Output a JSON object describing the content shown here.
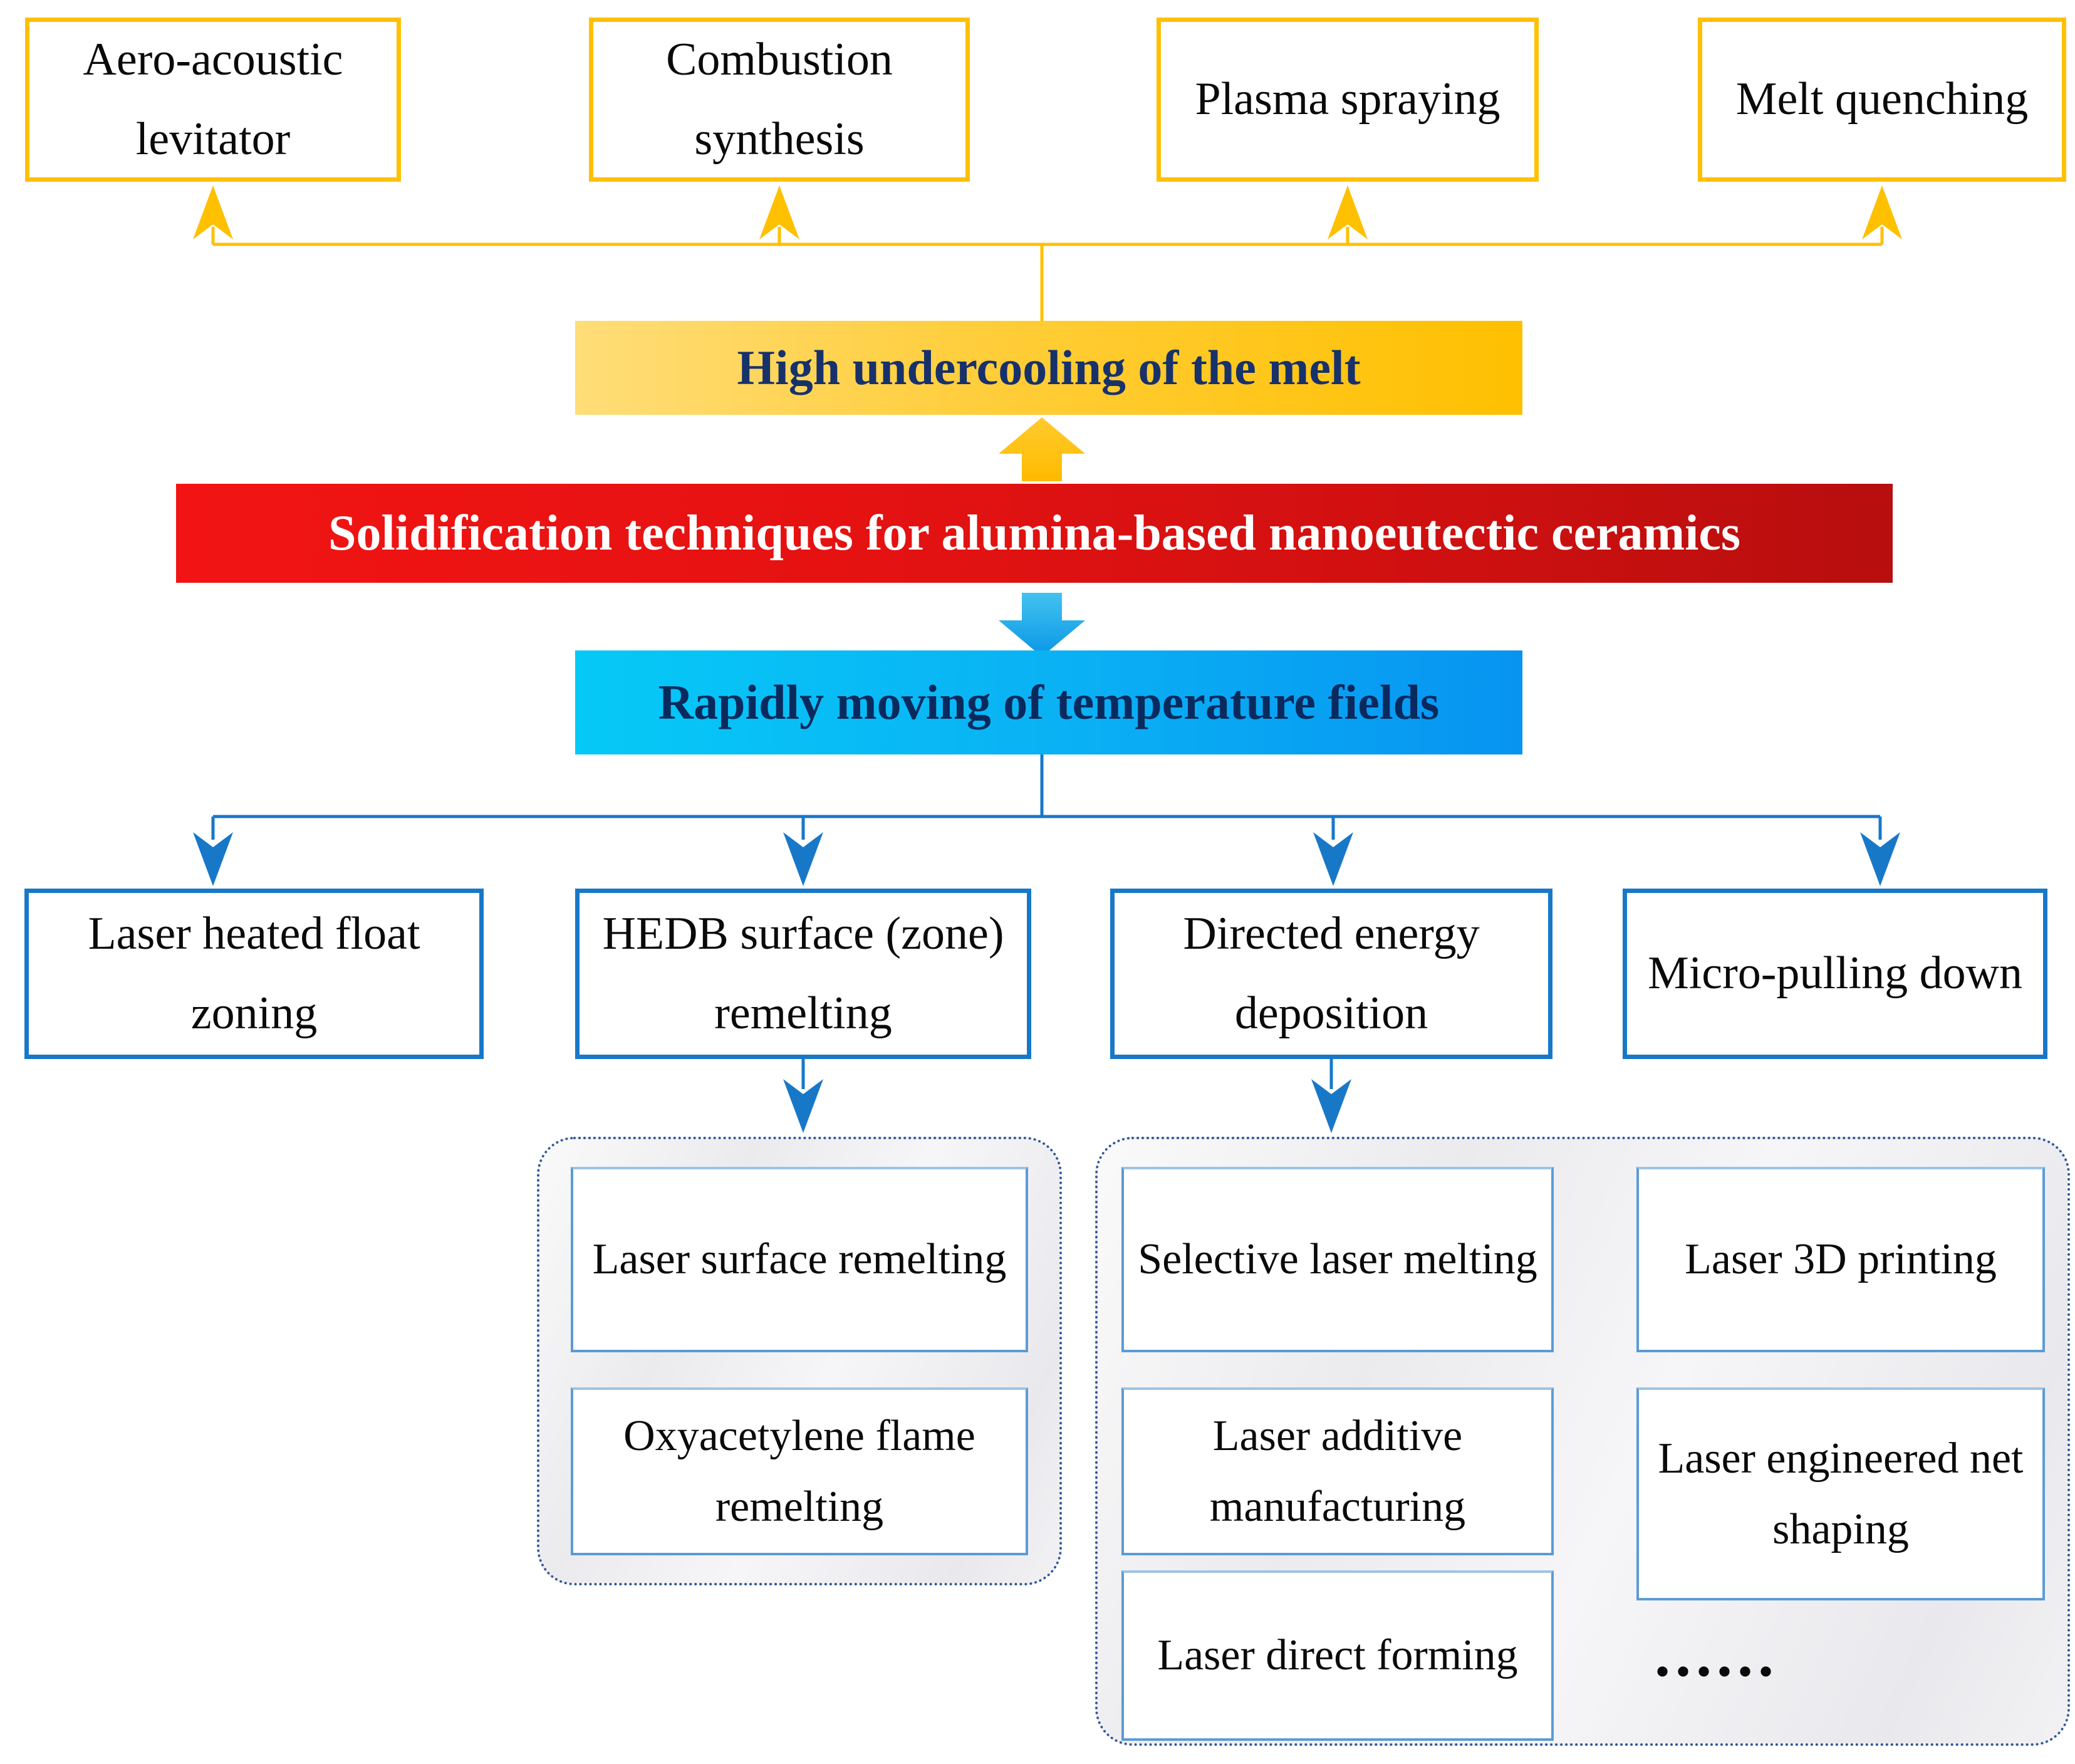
{
  "figure": {
    "title": "Solidification techniques for alumina-based nanoeutectic ceramics"
  },
  "top_row": {
    "boxes": [
      {
        "label": "Aero-acoustic levitator"
      },
      {
        "label": "Combustion synthesis"
      },
      {
        "label": "Plasma spraying"
      },
      {
        "label": "Melt quenching"
      }
    ]
  },
  "banners": {
    "high_undercooling": {
      "label": "High undercooling of the melt"
    },
    "main": {
      "label": "Solidification techniques for alumina-based nanoeutectic ceramics"
    },
    "rapid_fields": {
      "label": "Rapidly moving of temperature fields"
    }
  },
  "second_row": {
    "boxes": [
      {
        "label": "Laser heated float zoning"
      },
      {
        "label": "HEDB surface (zone) remelting"
      },
      {
        "label": "Directed energy deposition"
      },
      {
        "label": "Micro-pulling down"
      }
    ]
  },
  "hedb_group": {
    "boxes": [
      {
        "label": "Laser surface remelting"
      },
      {
        "label": "Oxyacetylene flame remelting"
      }
    ]
  },
  "ded_group": {
    "boxes": [
      {
        "label": "Selective laser melting"
      },
      {
        "label": "Laser 3D printing"
      },
      {
        "label": "Laser additive manufacturing"
      },
      {
        "label": "Laser engineered net shaping"
      },
      {
        "label": "Laser direct forming"
      }
    ],
    "ellipsis": "......"
  },
  "colors": {
    "gold": "#FFC000",
    "gold_banner_left": "#FFDD78",
    "red_banner_left": "#F21414",
    "red_banner_right": "#B70E0E",
    "blue_banner_left": "#06C9F6",
    "blue_banner_right": "#0794F1",
    "navy_text": "#17316B",
    "blue_border": "#1878C8",
    "leaf_border": "#5B9BD5",
    "dashed_border": "#2F5597"
  }
}
